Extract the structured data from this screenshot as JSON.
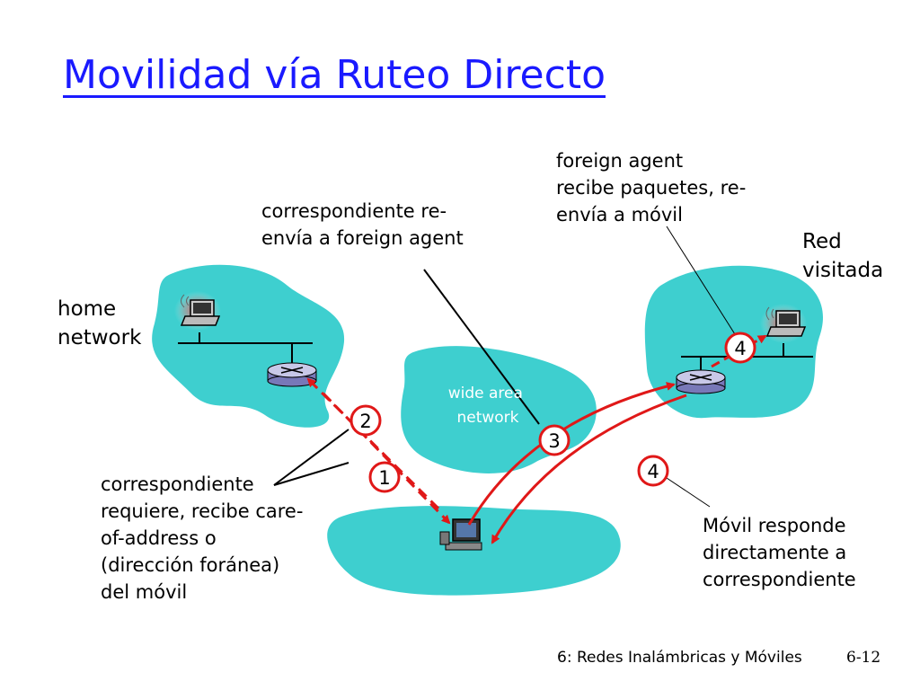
{
  "slide": {
    "title": "Movilidad vía Ruteo Directo",
    "footer_left": "6: Redes Inalámbricas y Móviles",
    "footer_right": "6-12"
  },
  "labels": {
    "home_network": "home\nnetwork",
    "visited_network": "Red\nvisitada",
    "wide_area_network": "wide area\nnetwork",
    "correspondent_forwards": "correspondiente re-\nenvía a foreign agent",
    "foreign_agent_receives": "foreign agent\nrecibe paquetes, re-\nenvía a móvil",
    "correspondent_requests": "correspondiente\nrequiere, recibe care-\nof-address o\n(dirección foránea)\ndel móvil",
    "mobile_responds": "Móvil responde\ndirectamente a\ncorrespondiente"
  },
  "steps": [
    "1",
    "2",
    "3",
    "4",
    "4"
  ],
  "colors": {
    "title": "#1a1aff",
    "network_fill": "#3ecfcf",
    "arrow": "#e01818",
    "step_circle": "#e01818"
  }
}
